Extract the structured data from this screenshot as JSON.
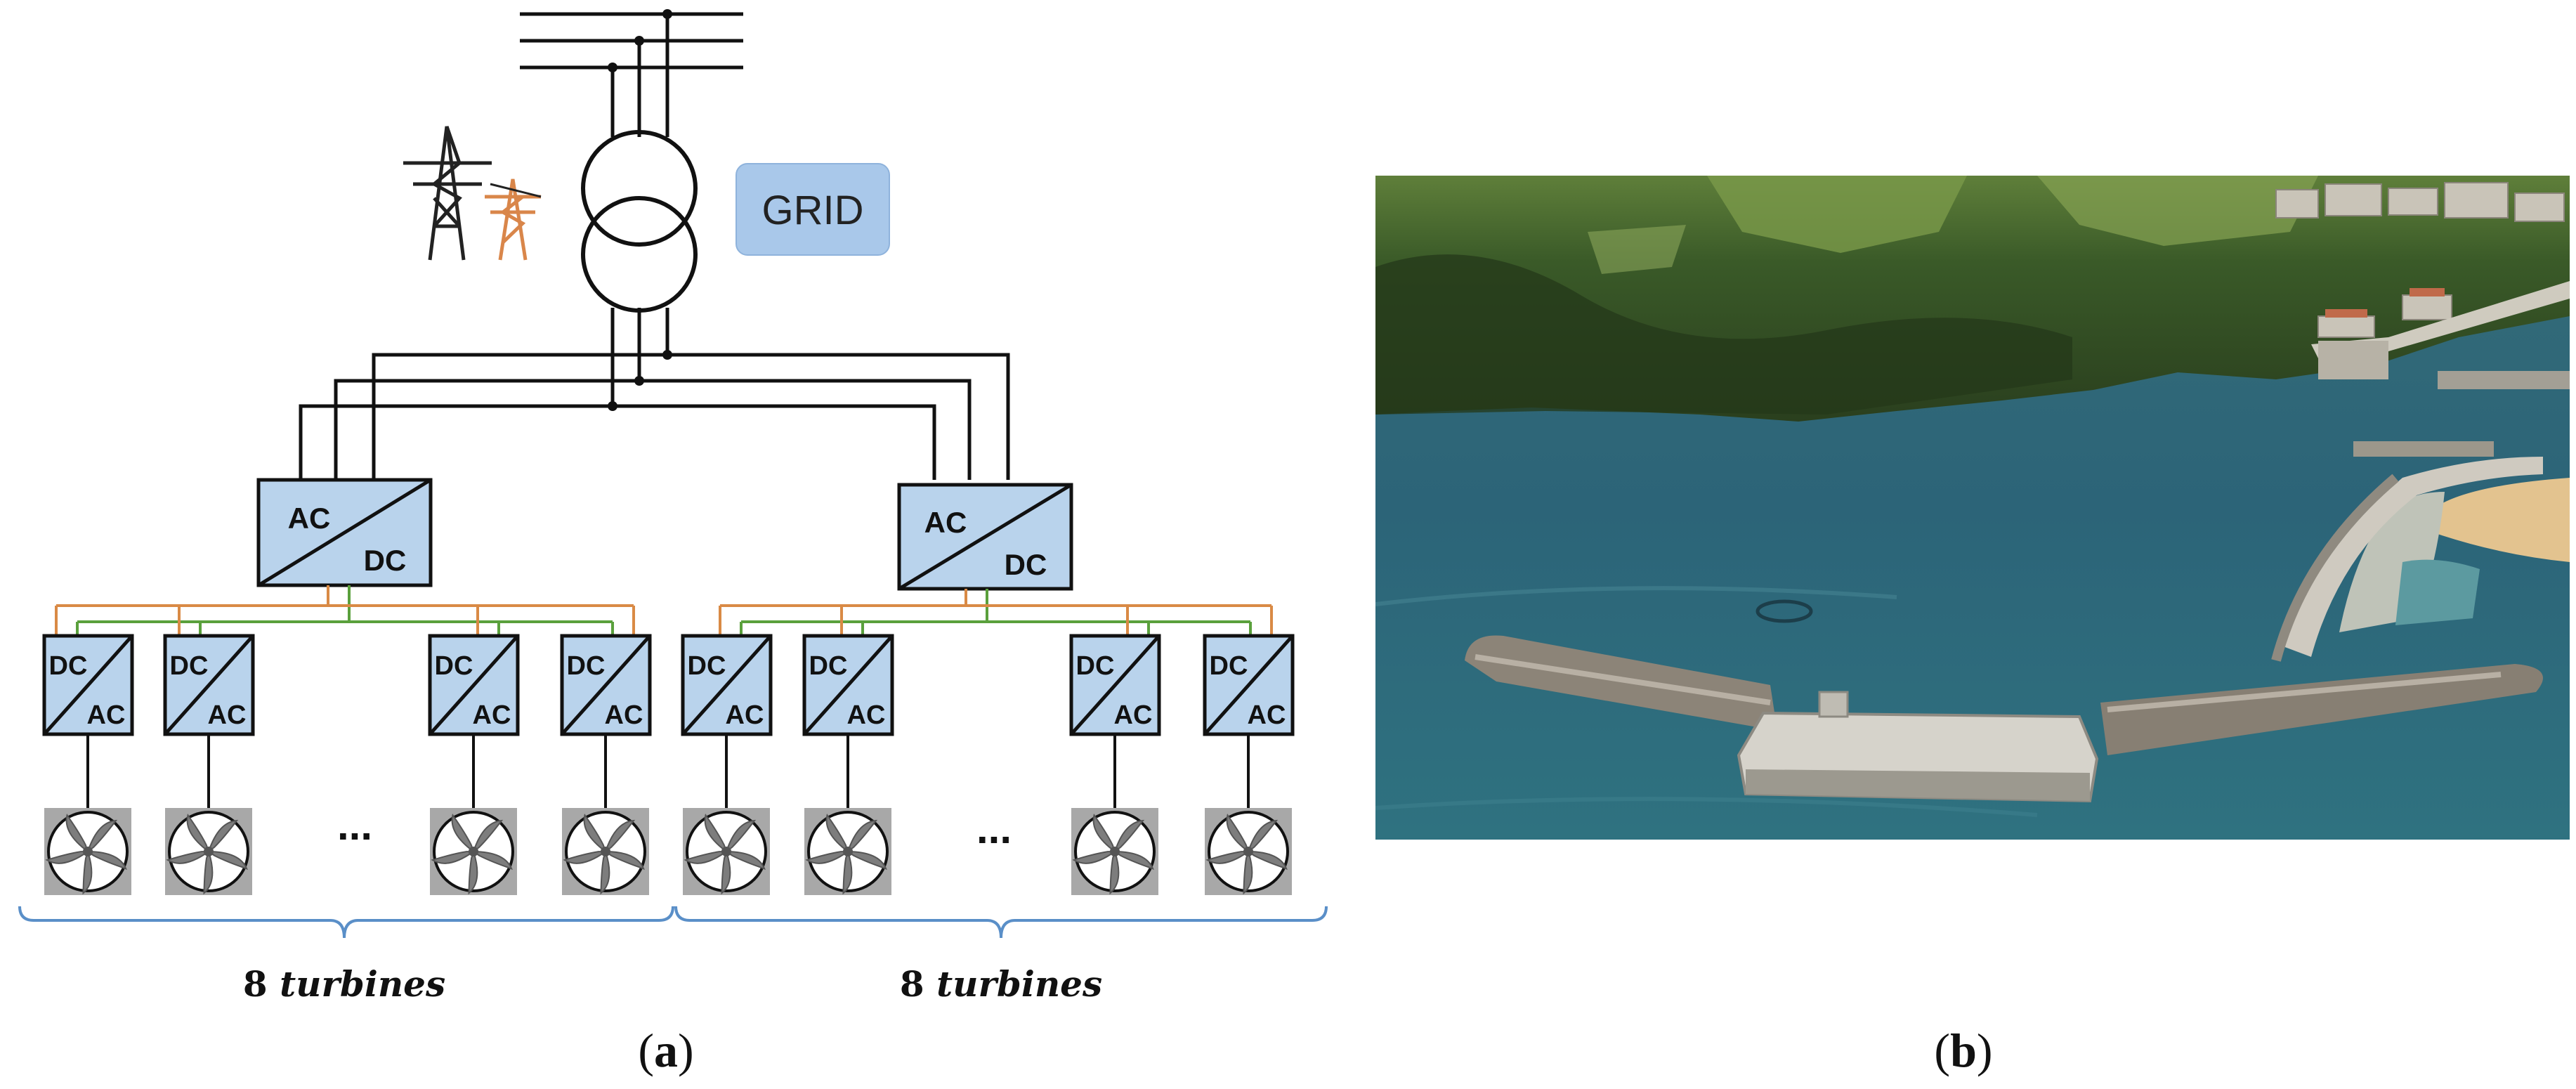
{
  "panel_a": {
    "grid_label": "GRID",
    "main_converter": {
      "top": "AC",
      "bottom": "DC"
    },
    "turbine_converter": {
      "top": "DC",
      "bottom": "AC"
    },
    "ellipsis": "...",
    "group_label_number": "8",
    "group_label_word": "turbines",
    "caption_open": "(",
    "caption_letter": "a",
    "caption_close": ")"
  },
  "panel_b": {
    "caption_open": "(",
    "caption_letter": "b",
    "caption_close": ")"
  },
  "colors": {
    "converter_fill": "#b9d3ec",
    "grid_box_fill": "#a9c8ea",
    "ac_line_orange": "#d98a45",
    "dc_line_green": "#5aa03c",
    "brace_blue": "#5a8fc8",
    "pylon_orange": "#d9864a",
    "sea": "#2d6f82",
    "forest": "#2f4a22"
  }
}
